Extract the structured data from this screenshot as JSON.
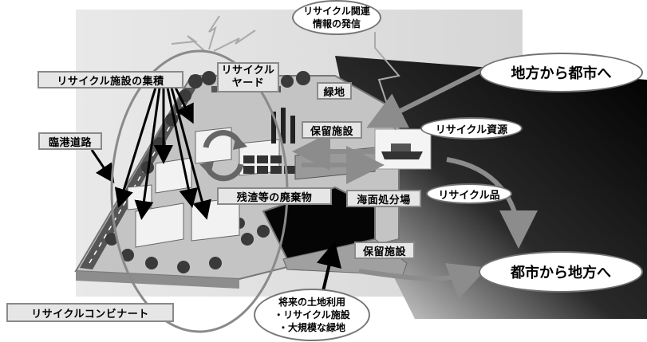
{
  "labels": {
    "cluster": "リサイクル施設の集積",
    "yard_line1": "リサイクル",
    "yard_line2": "ヤード",
    "green": "緑地",
    "port_road": "臨港道路",
    "retention_top": "保留施設",
    "residue": "残渣等の廃棄物",
    "sea_landfill": "海面処分場",
    "retention_bottom": "保留施設",
    "combinat": "リサイクルコンビナート"
  },
  "callouts": {
    "info_line1": "リサイクル関連",
    "info_line2": "情報の発信",
    "future_title": "将来の土地利用",
    "future_item1": "・リサイクル施設",
    "future_item2": "・大規模な緑地"
  },
  "flows": {
    "rural_to_urban": "地方から都市へ",
    "recycle_resources": "リサイクル資源",
    "recycle_products": "リサイクル品",
    "urban_to_rural": "都市から地方へ"
  },
  "colors": {
    "sea_dark": "#111111",
    "land_gray": "#bdbdbd",
    "label_fill": "#e6e6e6",
    "arrow_gray": "#8c8c8c",
    "oval_stroke": "#707070"
  }
}
